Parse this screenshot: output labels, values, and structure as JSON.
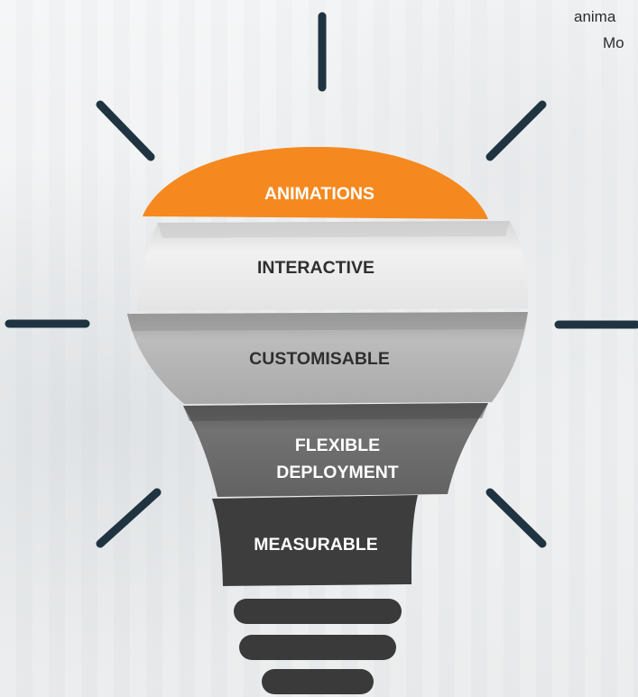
{
  "corner_text": {
    "line1": "anima",
    "line2": "Mo"
  },
  "segments": [
    {
      "id": "animations",
      "label": "ANIMATIONS"
    },
    {
      "id": "interactive",
      "label": "INTERACTIVE"
    },
    {
      "id": "customisable",
      "label": "CUSTOMISABLE"
    },
    {
      "id": "flexible-deployment",
      "label_line1": "FLEXIBLE",
      "label_line2": "DEPLOYMENT"
    },
    {
      "id": "measurable",
      "label": "MEASURABLE"
    }
  ],
  "colors": {
    "animations": "#f5891f",
    "interactive": "#ededed",
    "customisable": "#b2b2b2",
    "flexible_deployment": "#6b6b6b",
    "measurable": "#3d3d3d",
    "rays": "#1f3440",
    "base_bars": "#3a3a3a",
    "label_dark": "#2f2f2f",
    "label_light": "#ffffff"
  },
  "icons": [
    "light-bulb-icon",
    "light-ray"
  ]
}
